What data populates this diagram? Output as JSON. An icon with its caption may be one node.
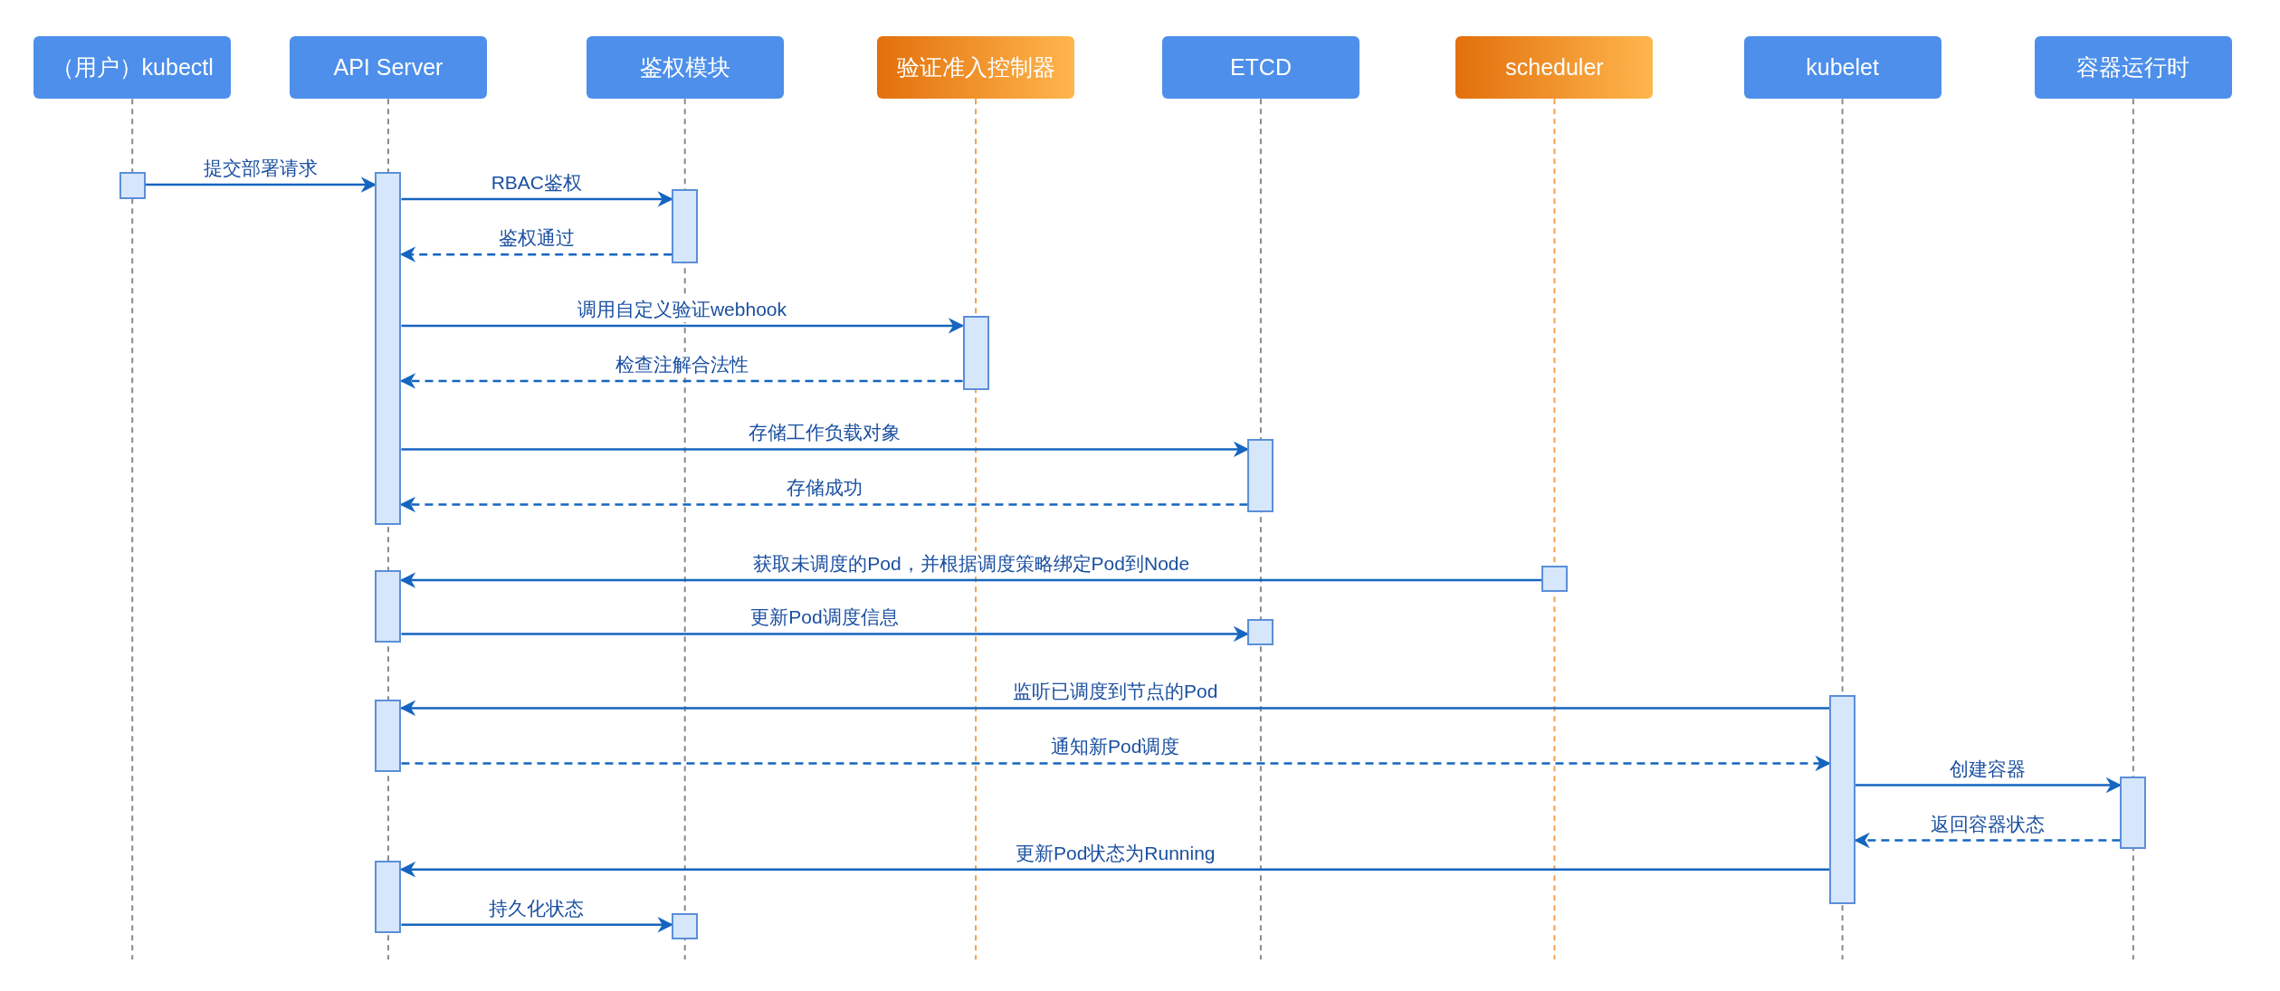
{
  "diagram": {
    "nodes": [
      {
        "text": [
          "（用户）kubectl"
        ]
      },
      {
        "text": [
          "API Server"
        ]
      },
      {
        "text": [
          "鉴权模块"
        ]
      },
      {
        "text": [
          "验证准入控制器"
        ]
      },
      {
        "text": [
          "ETCD"
        ]
      },
      {
        "text": [
          "scheduler"
        ]
      },
      {
        "text": [
          "kubelet"
        ]
      },
      {
        "text": [
          "容器运行时"
        ]
      },
      {
        "text": [],
        "shape": "bar"
      },
      {
        "text": [],
        "shape": "bar"
      },
      {
        "text": [],
        "shape": "bar"
      },
      {
        "text": [],
        "shape": "bar"
      },
      {
        "text": [],
        "shape": "bar"
      },
      {
        "text": [],
        "shape": "bar"
      },
      {
        "text": [],
        "shape": "bar"
      },
      {
        "text": [],
        "shape": "bar"
      },
      {
        "text": [],
        "shape": "bar"
      },
      {
        "text": [],
        "shape": "bar"
      },
      {
        "text": [],
        "shape": "bar"
      },
      {
        "text": [],
        "shape": "bar"
      },
      {
        "text": [],
        "shape": "bar"
      }
    ],
    "edges": [
      {
        "from": 8,
        "to": 9,
        "arrow": "to",
        "label": "提交部署请求"
      },
      {
        "from": 9,
        "to": 10,
        "arrow": "to",
        "label": "RBAC鉴权"
      },
      {
        "from": 10,
        "to": 9,
        "arrow": "to",
        "label": "鉴权通过",
        "style": "dashed"
      },
      {
        "from": 9,
        "to": 11,
        "arrow": "to",
        "label": "调用自定义验证webhook"
      },
      {
        "from": 11,
        "to": 9,
        "arrow": "to",
        "label": "检查注解合法性",
        "style": "dashed"
      },
      {
        "from": 9,
        "to": 12,
        "arrow": "to",
        "label": "存储工作负载对象"
      },
      {
        "from": 12,
        "to": 9,
        "arrow": "to",
        "label": "存储成功",
        "style": "dashed"
      },
      {
        "from": 13,
        "to": 14,
        "arrow": "to",
        "label": "获取未调度的Pod，并根据调度策略绑定Pod到Node"
      },
      {
        "from": 14,
        "to": 15,
        "arrow": "to",
        "label": "更新Pod调度信息"
      },
      {
        "from": 16,
        "to": 17,
        "arrow": "to",
        "label": "监听已调度到节点的Pod"
      },
      {
        "from": 17,
        "to": 16,
        "arrow": "to",
        "label": "通知新Pod调度",
        "style": "dashed"
      },
      {
        "from": 16,
        "to": 18,
        "arrow": "to",
        "label": "创建容器"
      },
      {
        "from": 18,
        "to": 16,
        "arrow": "to",
        "label": "返回容器状态",
        "style": "dashed"
      },
      {
        "from": 16,
        "to": 19,
        "arrow": "to",
        "label": "更新Pod状态为Running"
      },
      {
        "from": 19,
        "to": 20,
        "arrow": "to",
        "label": "持久化状态"
      }
    ]
  }
}
